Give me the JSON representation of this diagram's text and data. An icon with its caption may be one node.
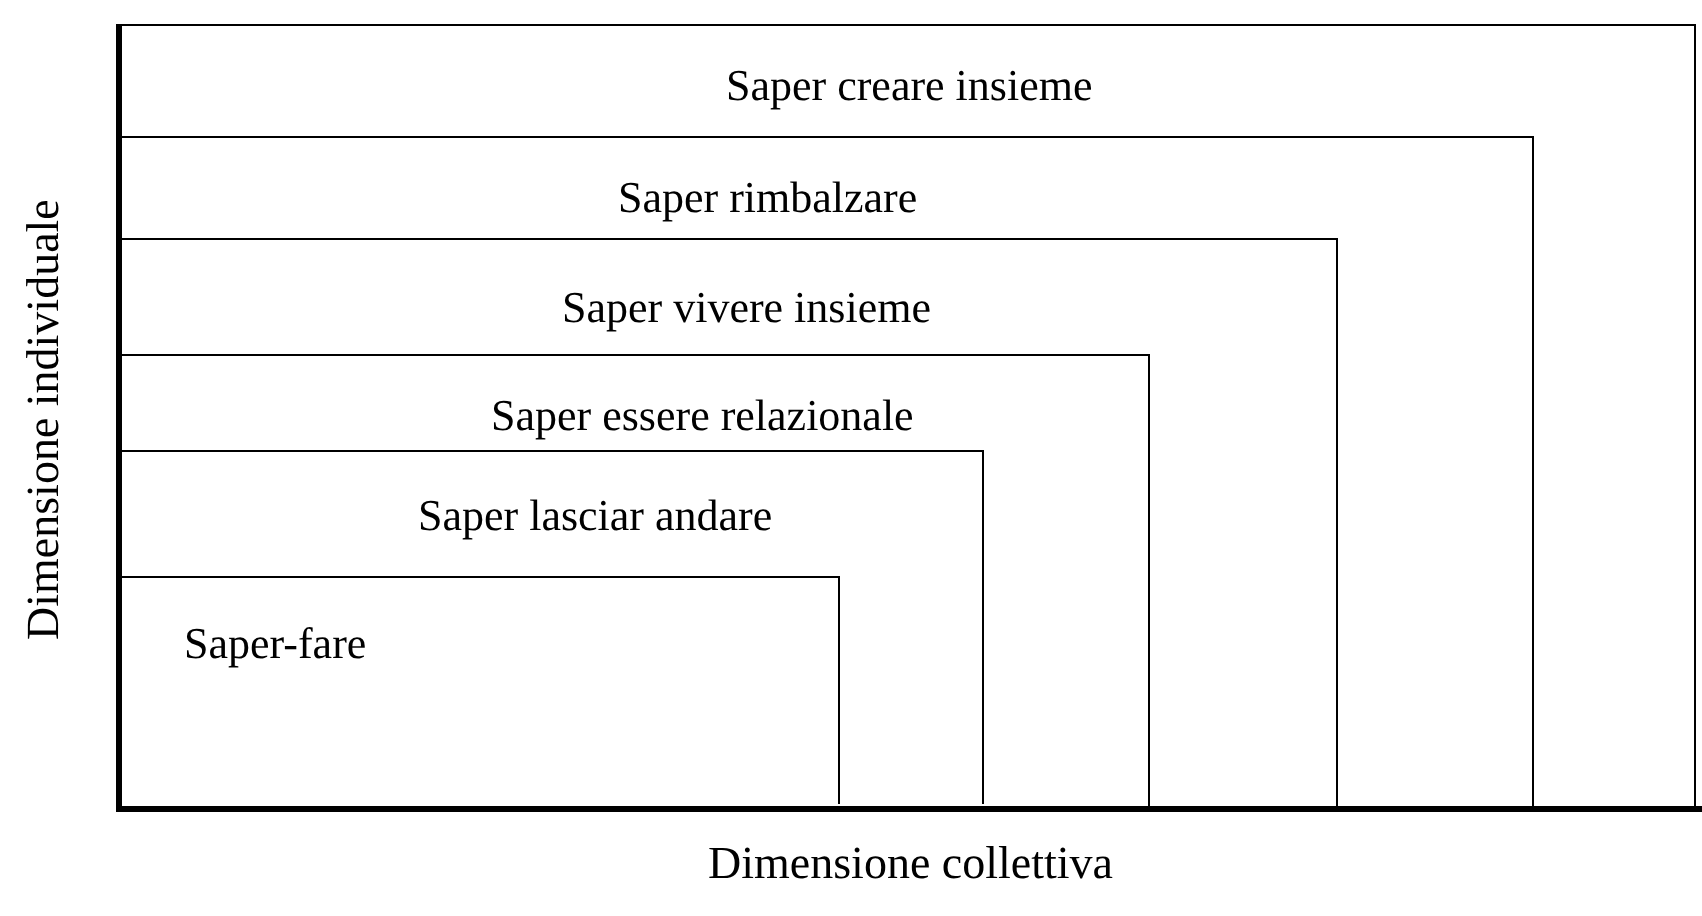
{
  "diagram": {
    "nodes": [
      {
        "text": [
          "Saper creare insieme"
        ]
      },
      {
        "text": [
          "Saper rimbalzare"
        ],
        "in": 0
      },
      {
        "text": [
          "Saper vivere insieme"
        ],
        "in": 1
      },
      {
        "text": [
          "Saper essere relazionale"
        ],
        "in": 2
      },
      {
        "text": [
          "Saper lasciar andare"
        ],
        "in": 3
      },
      {
        "text": [
          "Saper-fare"
        ],
        "in": 4
      }
    ],
    "edges": [],
    "labels": [
      "Dimensione individuale",
      "Dimensione collettiva"
    ]
  }
}
